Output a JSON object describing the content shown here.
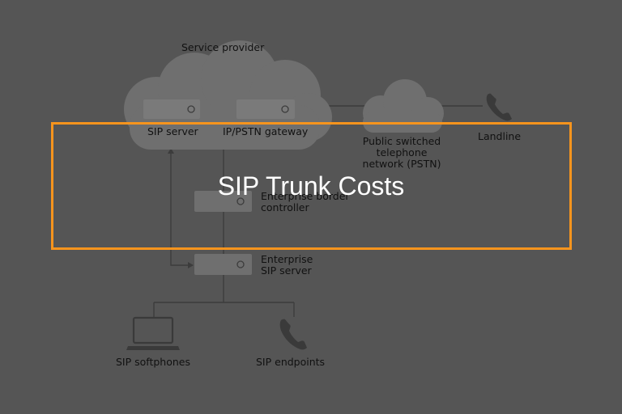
{
  "banner": {
    "title": "SIP Trunk Costs",
    "frame_color": "#f7941d",
    "text_color": "#ffffff"
  },
  "diagram": {
    "service_provider": "Service provider",
    "sip_server": "SIP server",
    "gateway": "IP/PSTN gateway",
    "pstn_line1": "Public switched",
    "pstn_line2": "telephone",
    "pstn_line3": "network (PSTN)",
    "landline": "Landline",
    "ebc_line1": "Enterprise border",
    "ebc_line2": "controller",
    "ess_line1": "Enterprise",
    "ess_line2": "SIP server",
    "softphones": "SIP softphones",
    "endpoints": "SIP endpoints",
    "icons": [
      "cloud-icon",
      "server-icon",
      "phone-icon",
      "laptop-icon"
    ]
  },
  "colors": {
    "background": "#555555",
    "shapes": "#6f6f6f",
    "lines": "#3c3c3c"
  }
}
